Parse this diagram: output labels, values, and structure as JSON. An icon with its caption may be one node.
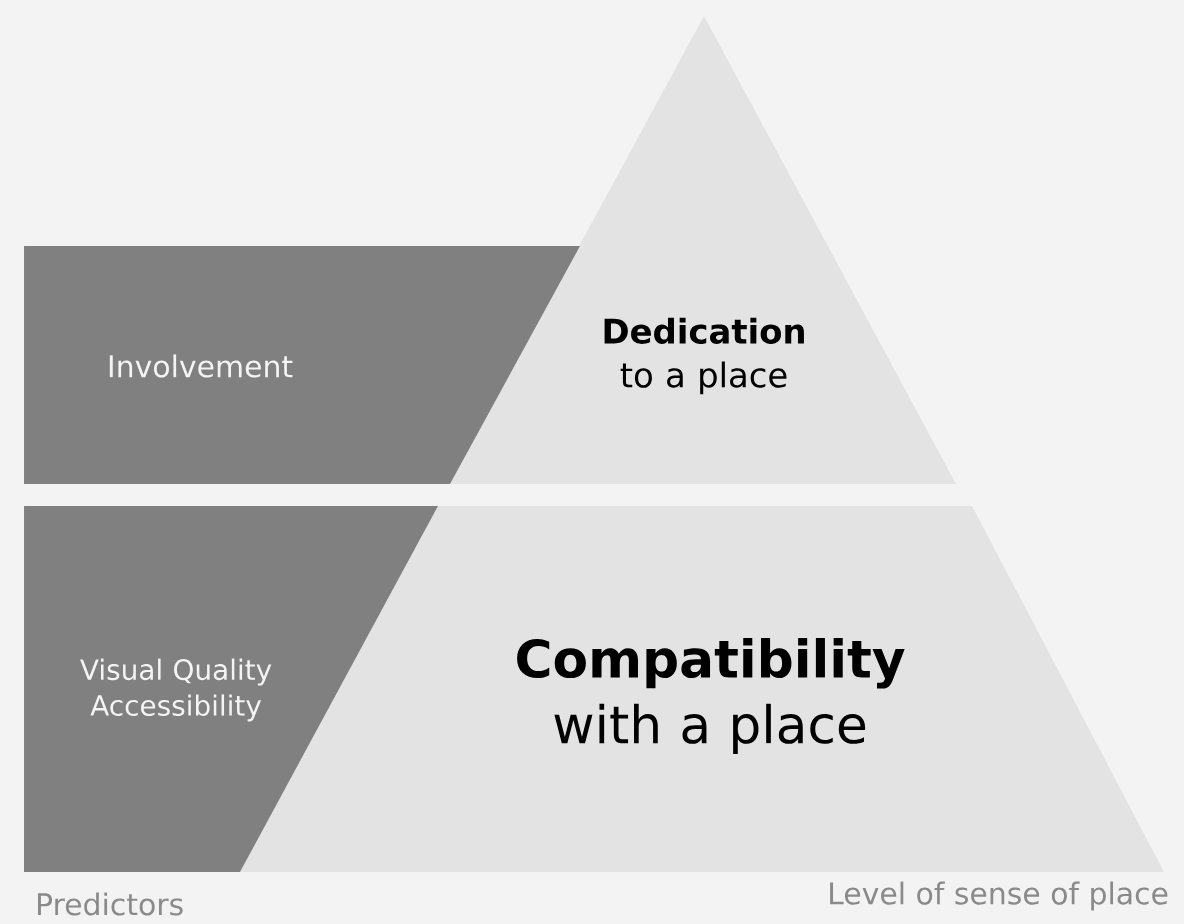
{
  "diagram": {
    "nodes": [
      {
        "text": [
          "**Dedication** to a place"
        ]
      },
      {
        "text": [
          "**Compatibility** with a place"
        ]
      },
      {
        "text": [
          "Involvement"
        ]
      },
      {
        "text": [
          "Visual Quality",
          "Accessibility"
        ]
      }
    ],
    "labels": [
      "Predictors",
      "Level of sense of place"
    ]
  }
}
